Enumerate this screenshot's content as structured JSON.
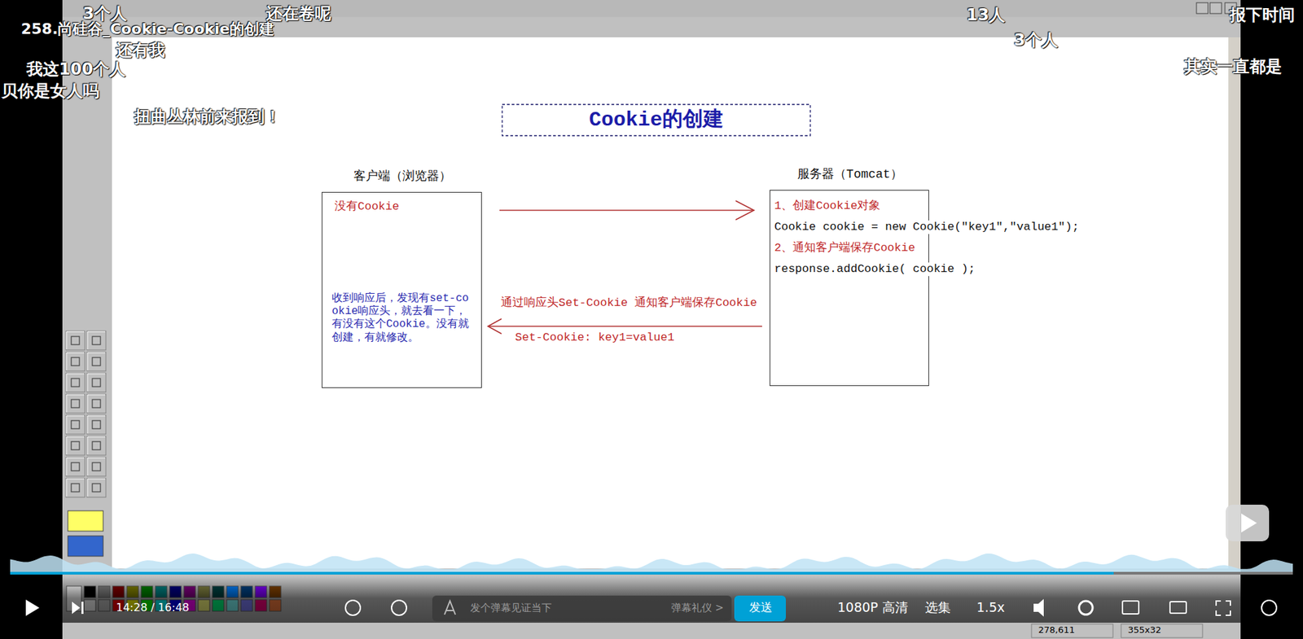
{
  "diagram": {
    "title": "Cookie的创建",
    "nodes": [
      {
        "text": [
          "客户端（浏览器）",
          "没有Cookie",
          "收到响应后，发现有set-cookie响应头，就去看一下，有没有这个Cookie。没有就创建，有就修改。"
        ]
      },
      {
        "text": [
          "服务器（Tomcat）",
          "1、创建Cookie对象",
          "Cookie cookie = new Cookie(\"key1\",\"value1\");",
          "2、通知客户端保存Cookie",
          "response.addCookie( cookie );"
        ]
      }
    ],
    "edges": [
      {
        "from": 0,
        "to": 1,
        "arrow": "to"
      },
      {
        "from": 1,
        "to": 0,
        "arrow": "to",
        "label": "Set-Cookie: key1=value1"
      }
    ],
    "labels": [
      "通过响应头Set-Cookie 通知客户端保存Cookie",
      "258.尚硅谷_Cookie-Cookie的创建",
      "3个人",
      "还在卷呢",
      "还有我",
      "我这100个人",
      "贝你是女人吗",
      "扭曲丛林前来报到！",
      "13人",
      "3个人",
      "报下时间",
      "其实一直都是",
      "14:28 / 16:48",
      "发个弹幕见证当下",
      "弹幕礼仪 >",
      "发送",
      "1080P 高清",
      "选集",
      "1.5x",
      "278,611",
      "355x32"
    ]
  }
}
